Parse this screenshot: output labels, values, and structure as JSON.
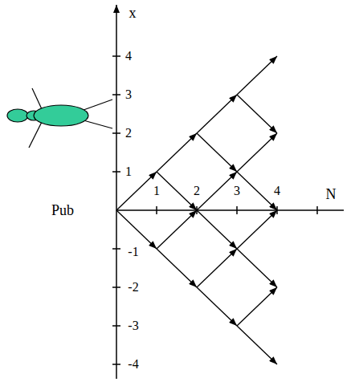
{
  "diagram": {
    "labels": [
      "x",
      "4",
      "3",
      "2",
      "1",
      "Pub",
      "1",
      "2",
      "3",
      "4",
      "N",
      "-1",
      "-2",
      "-3",
      "-4"
    ]
  }
}
